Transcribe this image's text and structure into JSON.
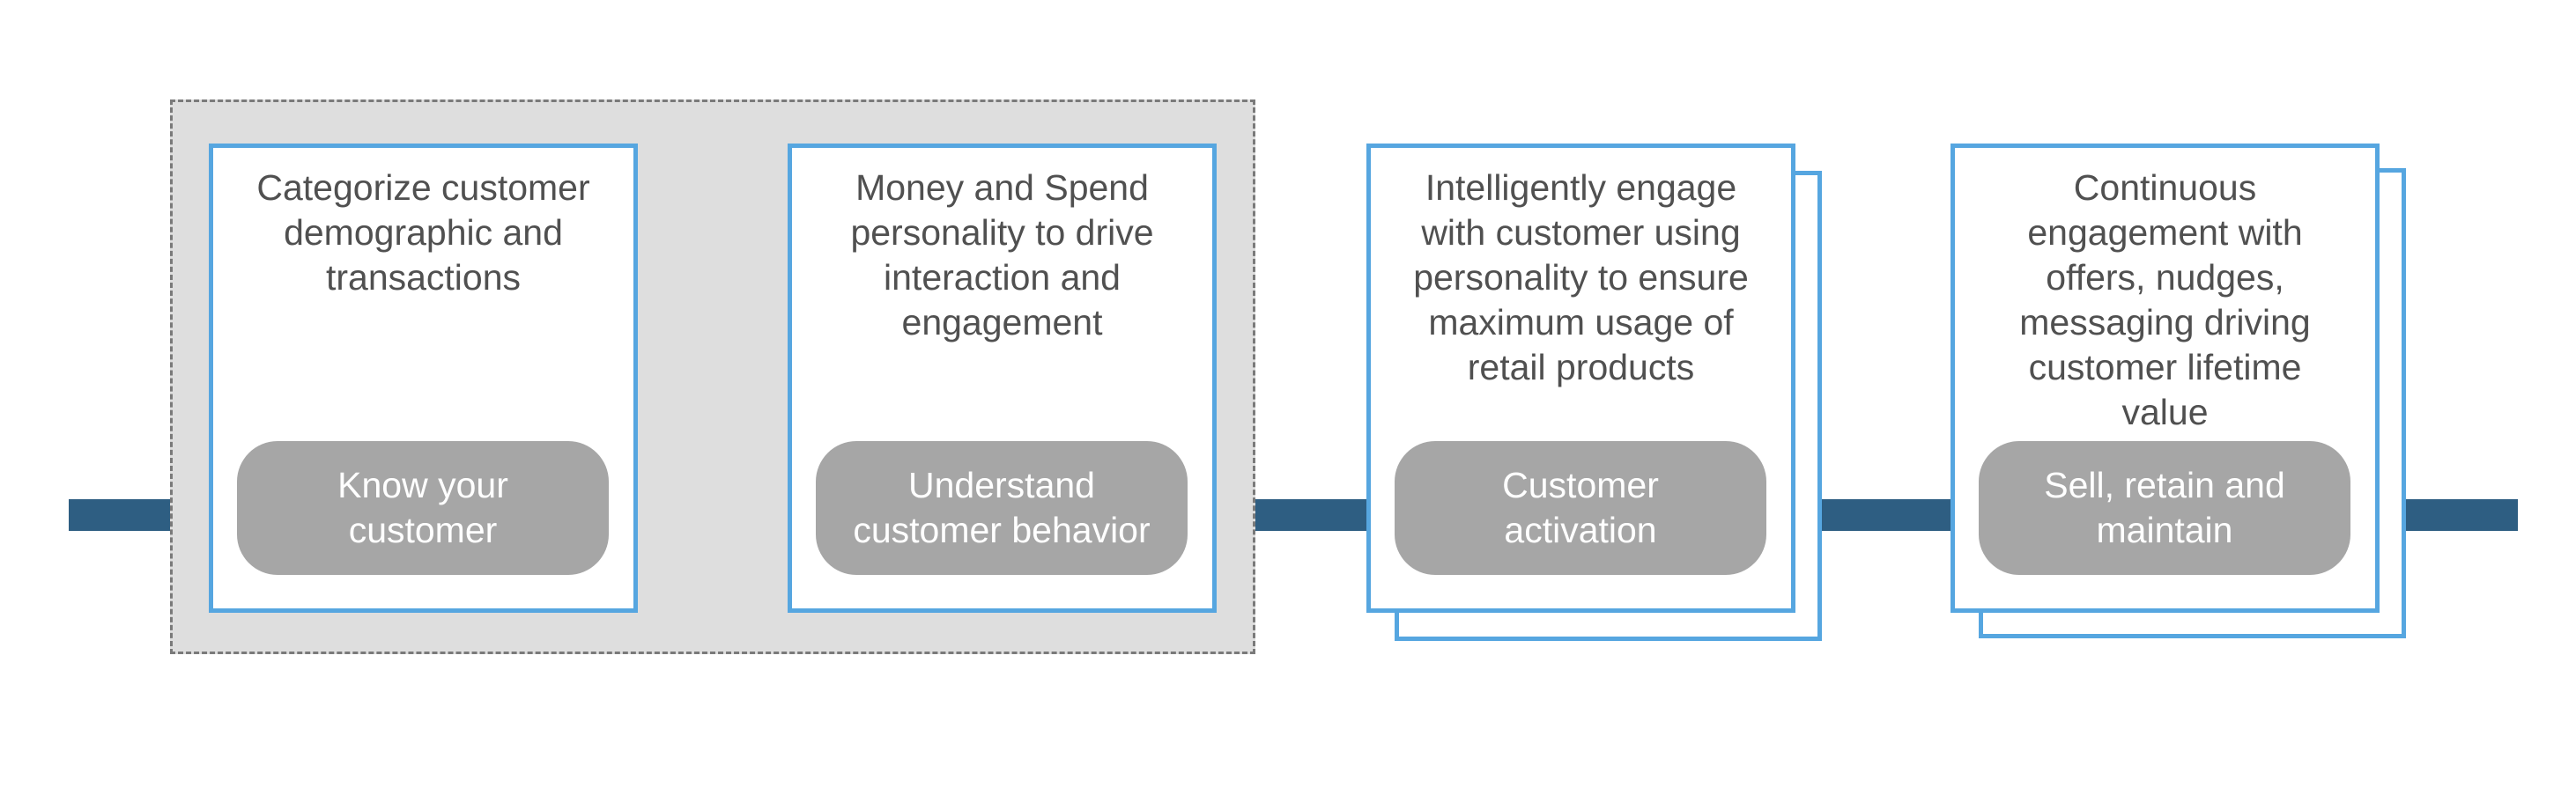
{
  "stages": [
    {
      "description": "Categorize customer\ndemographic and\ntransactions",
      "label": "Know your\ncustomer"
    },
    {
      "description": "Money and Spend\npersonality to drive\ninteraction and\nengagement",
      "label": "Understand\ncustomer behavior"
    },
    {
      "description": "Intelligently engage\nwith customer using\npersonality to ensure\nmaximum usage of\nretail products",
      "label": "Customer\nactivation"
    },
    {
      "description": "Continuous\nengagement with\noffers, nudges,\nmessaging driving\ncustomer lifetime\nvalue",
      "label": "Sell, retain and\nmaintain"
    }
  ],
  "colors": {
    "timeline_bar": "#2e5e82",
    "card_border": "#56a6e0",
    "pill_fill": "#a6a6a6",
    "group_fill": "#dedede",
    "text": "#505050"
  }
}
